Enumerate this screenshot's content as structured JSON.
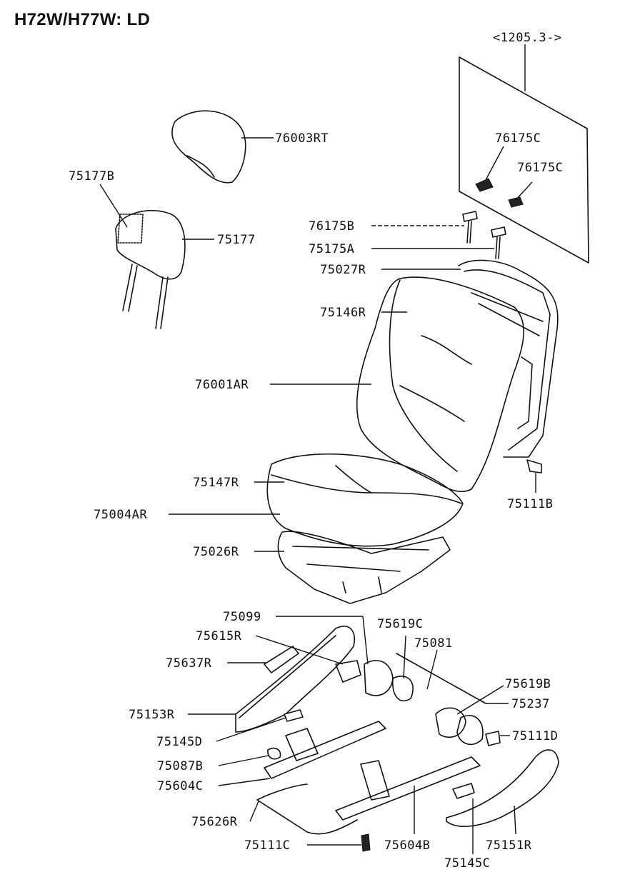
{
  "title": "H72W/H77W: LD",
  "labels": {
    "ref_1205": "<1205.3->",
    "p76003RT": "76003RT",
    "p75177B": "75177B",
    "p75177": "75177",
    "p76175C_a": "76175C",
    "p76175C_b": "76175C",
    "p76175B": "76175B",
    "p75175A": "75175A",
    "p75027R": "75027R",
    "p75146R": "75146R",
    "p76001AR": "76001AR",
    "p75147R": "75147R",
    "p75004AR": "75004AR",
    "p75111B": "75111B",
    "p75026R": "75026R",
    "p75099": "75099",
    "p75615R": "75615R",
    "p75619C": "75619C",
    "p75081": "75081",
    "p75637R": "75637R",
    "p75619B": "75619B",
    "p75237": "75237",
    "p75153R": "75153R",
    "p75145D": "75145D",
    "p75111D": "75111D",
    "p75087B": "75087B",
    "p75604C": "75604C",
    "p75626R": "75626R",
    "p75111C": "75111C",
    "p75604B": "75604B",
    "p75151R": "75151R",
    "p75145C": "75145C"
  }
}
